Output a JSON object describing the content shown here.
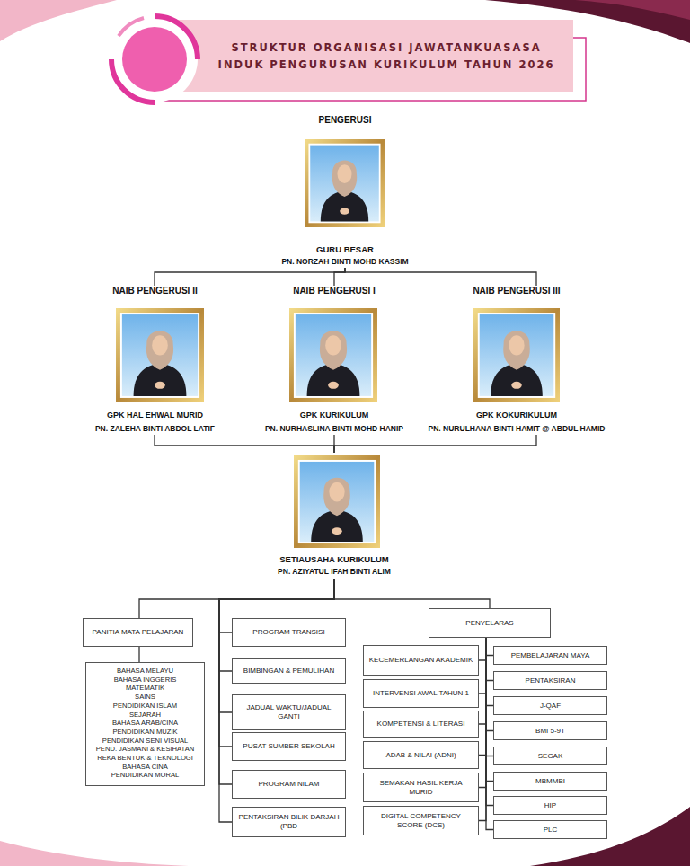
{
  "diagram": {
    "title": "STRUKTUR ORGANISASI JAWATANKUASASA INDUK PENGURUSAN KURIKULUM TAHUN 2026",
    "nodes": [
      {
        "text": [
          "PENGERUSI",
          "GURU BESAR",
          "PN. NORZAH BINTI MOHD KASSIM"
        ]
      },
      {
        "text": [
          "NAIB PENGERUSI II",
          "GPK HAL EHWAL MURID",
          "PN. ZALEHA BINTI ABDOL LATIF"
        ]
      },
      {
        "text": [
          "NAIB PENGERUSI I",
          "GPK KURIKULUM",
          "PN. NURHASLINA BINTI MOHD HANIP"
        ]
      },
      {
        "text": [
          "NAIB PENGERUSI III",
          "GPK KOKURIKULUM",
          "PN. NURULHANA BINTI HAMIT @ ABDUL HAMID"
        ]
      },
      {
        "text": [
          "SETIAUSAHA KURIKULUM",
          "PN. AZIYATUL IFAH BINTI ALIM"
        ]
      },
      {
        "text": [
          "PANITIA MATA PELAJARAN"
        ]
      },
      {
        "text": [
          "BAHASA MELAYU",
          "BAHASA INGGERIS",
          "MATEMATIK",
          "SAINS",
          "PENDIDIKAN ISLAM",
          "SEJARAH",
          "BAHASA ARAB/CINA",
          "PENDIDIKAN MUZIK",
          "PENDIDIKAN SENI VISUAL",
          "PEND. JASMANI & KESIHATAN",
          "REKA BENTUK & TEKNOLOGI",
          "BAHASA CINA",
          "PENDIDIKAN MORAL"
        ]
      },
      {
        "text": [
          "PROGRAM TRANSISI"
        ]
      },
      {
        "text": [
          "BIMBINGAN & PEMULIHAN"
        ]
      },
      {
        "text": [
          "JADUAL WAKTU/JADUAL GANTI"
        ]
      },
      {
        "text": [
          "PUSAT SUMBER SEKOLAH"
        ]
      },
      {
        "text": [
          "PROGRAM NILAM"
        ]
      },
      {
        "text": [
          "PENTAKSIRAN BILIK DARJAH (PBD"
        ]
      },
      {
        "text": [
          "PENYELARAS"
        ]
      },
      {
        "text": [
          "KECEMERLANGAN AKADEMIK"
        ]
      },
      {
        "text": [
          "INTERVENSI AWAL TAHUN 1"
        ]
      },
      {
        "text": [
          "KOMPETENSI & LITERASI"
        ]
      },
      {
        "text": [
          "ADAB & NILAI (ADNI)"
        ]
      },
      {
        "text": [
          "SEMAKAN HASIL KERJA MURID"
        ]
      },
      {
        "text": [
          "DIGITAL COMPETENCY SCORE (DCS)"
        ]
      },
      {
        "text": [
          "PEMBELAJARAN MAYA"
        ]
      },
      {
        "text": [
          "PENTAKSIRAN"
        ]
      },
      {
        "text": [
          "J-QAF"
        ]
      },
      {
        "text": [
          "BMI 5-9T"
        ]
      },
      {
        "text": [
          "SEGAK"
        ]
      },
      {
        "text": [
          "MBMMBI"
        ]
      },
      {
        "text": [
          "HIP"
        ]
      },
      {
        "text": [
          "PLC"
        ]
      }
    ],
    "edges": [
      {
        "from": 0,
        "to": 1,
        "arrow": "none"
      },
      {
        "from": 0,
        "to": 2,
        "arrow": "none"
      },
      {
        "from": 0,
        "to": 3,
        "arrow": "none"
      },
      {
        "from": 1,
        "to": 4,
        "arrow": "none"
      },
      {
        "from": 2,
        "to": 4,
        "arrow": "none"
      },
      {
        "from": 3,
        "to": 4,
        "arrow": "none"
      },
      {
        "from": 4,
        "to": 5,
        "arrow": "none"
      },
      {
        "from": 4,
        "to": 7,
        "arrow": "none"
      },
      {
        "from": 4,
        "to": 8,
        "arrow": "none"
      },
      {
        "from": 4,
        "to": 9,
        "arrow": "none"
      },
      {
        "from": 4,
        "to": 10,
        "arrow": "none"
      },
      {
        "from": 4,
        "to": 11,
        "arrow": "none"
      },
      {
        "from": 4,
        "to": 12,
        "arrow": "none"
      },
      {
        "from": 4,
        "to": 13,
        "arrow": "none"
      },
      {
        "from": 5,
        "to": 6,
        "arrow": "none"
      },
      {
        "from": 13,
        "to": 14,
        "arrow": "none"
      },
      {
        "from": 13,
        "to": 15,
        "arrow": "none"
      },
      {
        "from": 13,
        "to": 16,
        "arrow": "none"
      },
      {
        "from": 13,
        "to": 17,
        "arrow": "none"
      },
      {
        "from": 13,
        "to": 18,
        "arrow": "none"
      },
      {
        "from": 13,
        "to": 19,
        "arrow": "none"
      },
      {
        "from": 13,
        "to": 20,
        "arrow": "none"
      },
      {
        "from": 13,
        "to": 21,
        "arrow": "none"
      },
      {
        "from": 13,
        "to": 22,
        "arrow": "none"
      },
      {
        "from": 13,
        "to": 23,
        "arrow": "none"
      },
      {
        "from": 13,
        "to": 24,
        "arrow": "none"
      },
      {
        "from": 13,
        "to": 25,
        "arrow": "none"
      },
      {
        "from": 13,
        "to": 26,
        "arrow": "none"
      },
      {
        "from": 13,
        "to": 27,
        "arrow": "none"
      }
    ]
  }
}
